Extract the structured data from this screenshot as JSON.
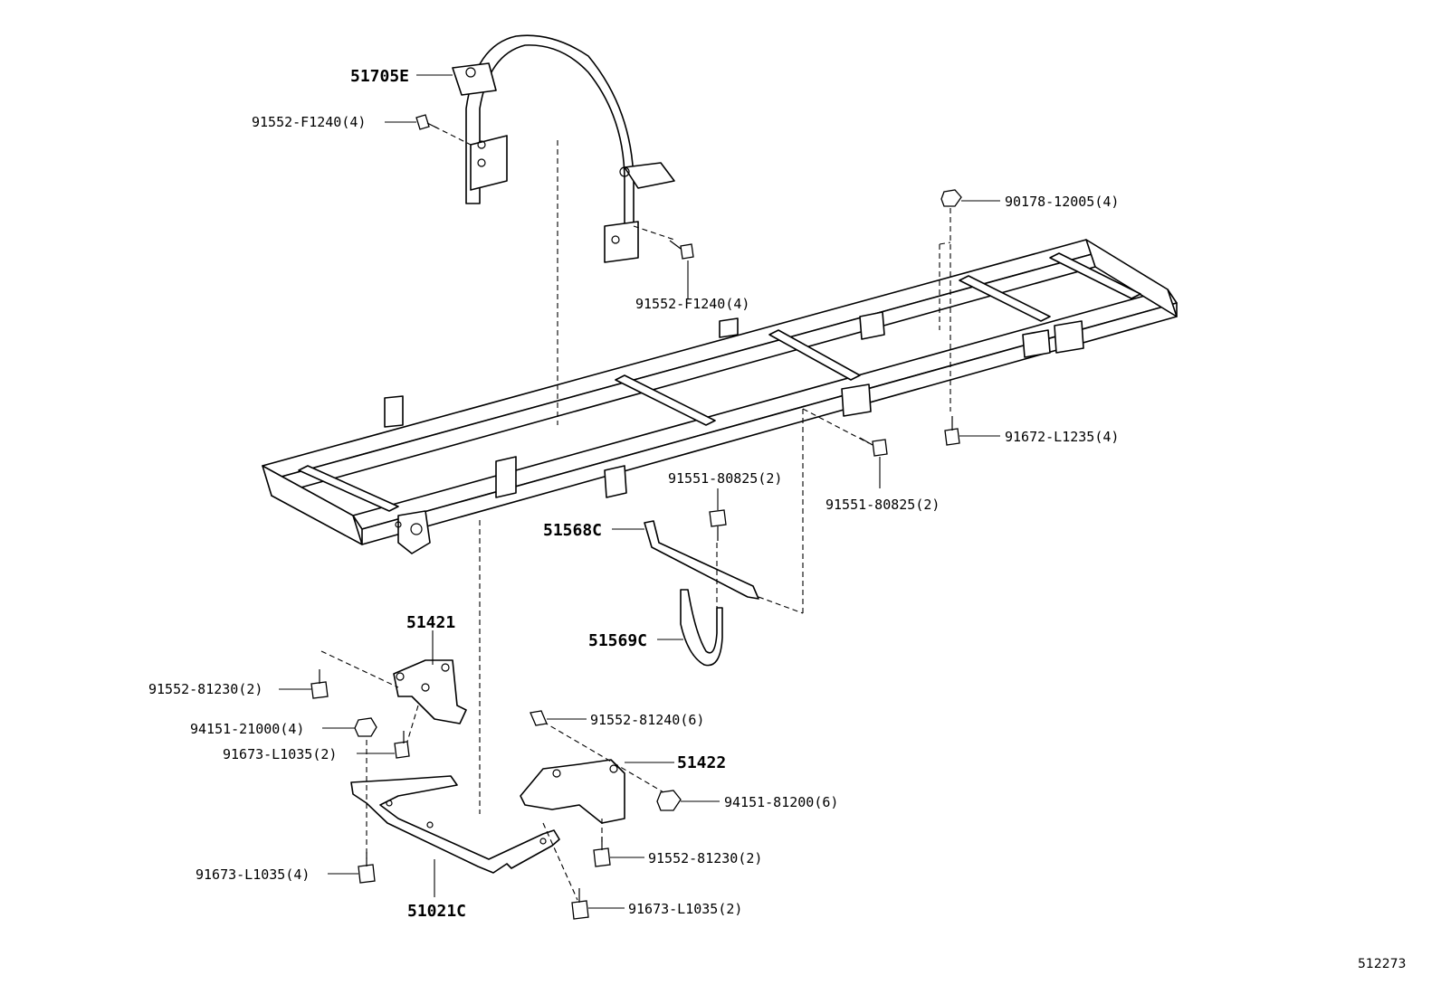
{
  "labels": {
    "upper_bracket": "51705E",
    "bolt_upper_left": "91552-F1240(4)",
    "bolt_upper_right": "91552-F1240(4)",
    "nut_rear_top": "90178-12005(4)",
    "bolt_rear_bottom": "91672-L1235(4)",
    "bolt_mid_right": "91551-80825(2)",
    "bolt_mid_center": "91551-80825(2)",
    "bracket_mid": "51568C",
    "strap": "51569C",
    "mount_left": "51421",
    "bolt_mount_left": "91552-81230(2)",
    "nut_mount_left": "94151-21000(4)",
    "bolt_mount_left_lower": "91673-L1035(2)",
    "bolt_mount_right": "91552-81240(6)",
    "mount_right": "51422",
    "nut_mount_right": "94151-81200(6)",
    "bolt_mount_right_lower": "91552-81230(2)",
    "bolt_crossmember_left": "91673-L1035(4)",
    "crossmember": "51021C",
    "bolt_crossmember_right": "91673-L1035(2)"
  },
  "diagram_ref": "512273"
}
